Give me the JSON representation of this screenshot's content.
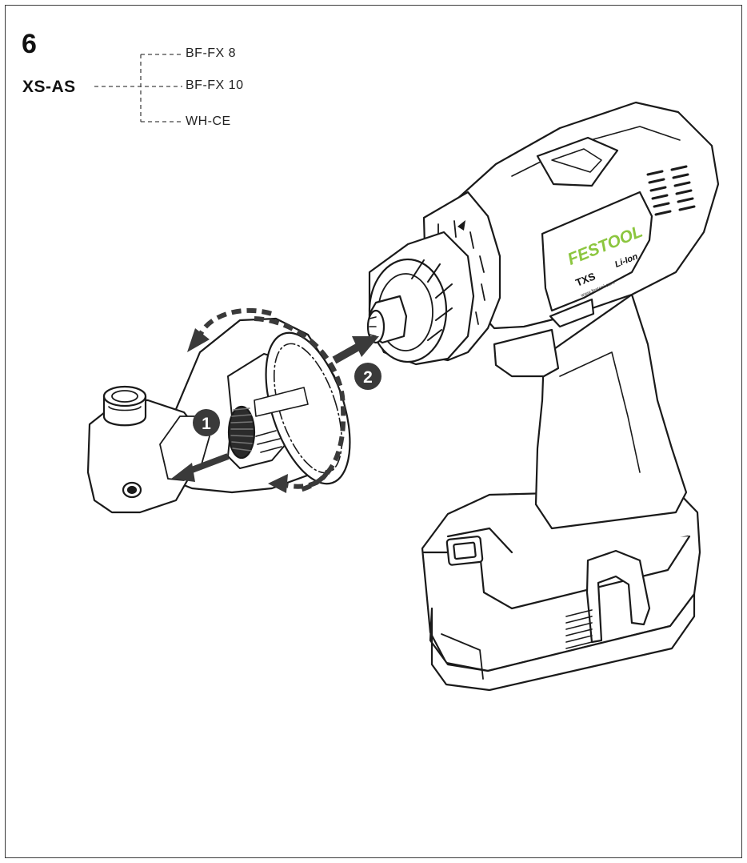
{
  "step_number": "6",
  "model": "XS-AS",
  "accessories": [
    "BF-FX 8",
    "BF-FX 10",
    "WH-CE"
  ],
  "callouts": [
    "1",
    "2"
  ],
  "drill": {
    "brand": "FESTOOL",
    "model": "TXS",
    "battery_type": "Li-Ion",
    "website": "www.festool.com",
    "brand_color": "#8cc63f"
  }
}
